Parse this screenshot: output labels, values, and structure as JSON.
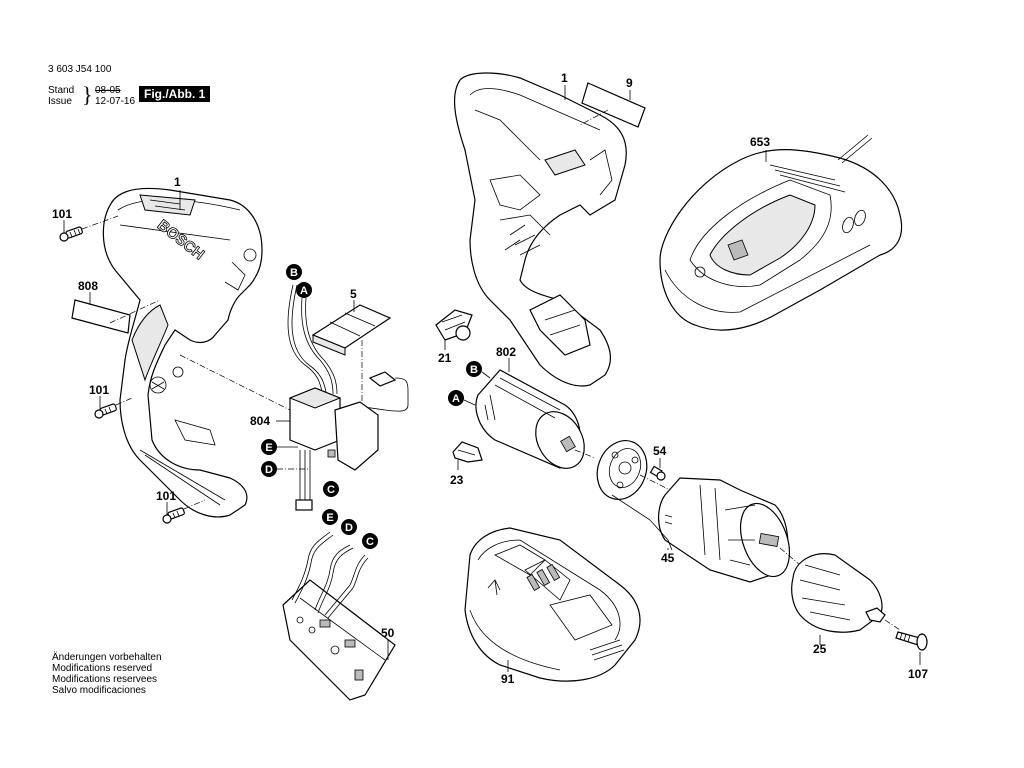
{
  "header": {
    "doc_number": "3 603 J54 100",
    "stand_label": "Stand",
    "issue_label": "Issue",
    "stand_value": "08-05",
    "issue_value": "12-07-16",
    "figure_label": "Fig./Abb. 1"
  },
  "notes": [
    "Änderungen vorbehalten",
    "Modifications reserved",
    "Modifications reservees",
    "Salvo modificaciones"
  ],
  "parts": {
    "housing_left": "1",
    "housing_right": "1",
    "screw_top": "101",
    "screw_mid": "101",
    "screw_bottom": "101",
    "label_808": "808",
    "switch_cover": "5",
    "switch": "804",
    "pcb": "50",
    "clip_21": "21",
    "motor": "802",
    "clip_23": "23",
    "label_9": "9",
    "charger": "653",
    "screw_54": "54",
    "gearbox": "45",
    "battery": "91",
    "chuck": "25",
    "screw_107": "107"
  },
  "connectors": {
    "switch_B": "B",
    "switch_A": "A",
    "switch_E": "E",
    "switch_D": "D",
    "switch_C": "C",
    "pcb_E": "E",
    "pcb_D": "D",
    "pcb_C": "C",
    "motor_B": "B",
    "motor_A": "A"
  },
  "brand_text": "BOSCH"
}
